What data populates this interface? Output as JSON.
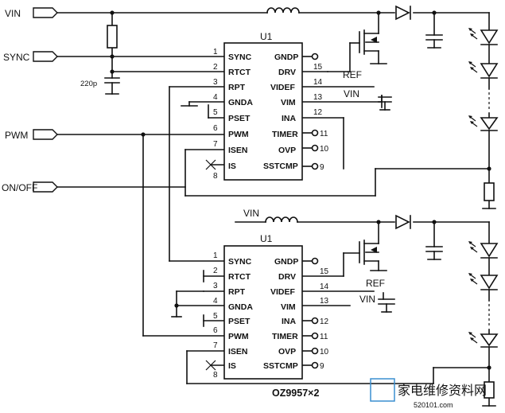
{
  "ports": {
    "vin": "VIN",
    "sync": "SYNC",
    "pwm": "PWM",
    "onoff": "ON/OFF"
  },
  "capacitor_220p": "220p",
  "chip1": {
    "designator": "U1",
    "pins_left": [
      {
        "num": "1",
        "name": "SYNC"
      },
      {
        "num": "2",
        "name": "RTCT"
      },
      {
        "num": "3",
        "name": "RPT"
      },
      {
        "num": "4",
        "name": "GNDA"
      },
      {
        "num": "5",
        "name": "PSET"
      },
      {
        "num": "6",
        "name": "PWM"
      },
      {
        "num": "7",
        "name": "ISEN"
      },
      {
        "num": "8",
        "name": "IS"
      }
    ],
    "pins_right": [
      {
        "num": "",
        "name": "GNDP"
      },
      {
        "num": "15",
        "name": "DRV"
      },
      {
        "num": "14",
        "name": "VIDEF"
      },
      {
        "num": "13",
        "name": "VIM"
      },
      {
        "num": "12",
        "name": "INA"
      },
      {
        "num": "11",
        "name": "TIMER"
      },
      {
        "num": "10",
        "name": "OVP"
      },
      {
        "num": "9",
        "name": "SSTCMP"
      }
    ],
    "ref": "REF",
    "vin": "VIN"
  },
  "chip2": {
    "designator": "U1",
    "pins_left": [
      {
        "num": "1",
        "name": "SYNC"
      },
      {
        "num": "2",
        "name": "RTCT"
      },
      {
        "num": "3",
        "name": "RPT"
      },
      {
        "num": "4",
        "name": "GNDA"
      },
      {
        "num": "5",
        "name": "PSET"
      },
      {
        "num": "6",
        "name": "PWM"
      },
      {
        "num": "7",
        "name": "ISEN"
      },
      {
        "num": "8",
        "name": "IS"
      }
    ],
    "pins_right": [
      {
        "num": "",
        "name": "GNDP"
      },
      {
        "num": "15",
        "name": "DRV"
      },
      {
        "num": "14",
        "name": "VIDEF"
      },
      {
        "num": "13",
        "name": "VIM"
      },
      {
        "num": "12",
        "name": "INA"
      },
      {
        "num": "11",
        "name": "TIMER"
      },
      {
        "num": "10",
        "name": "OVP"
      },
      {
        "num": "9",
        "name": "SSTCMP"
      }
    ],
    "ref": "REF",
    "vin": "VIN",
    "vin_top": "VIN"
  },
  "caption": "OZ9957×2",
  "watermark": {
    "text": "家电维修资料网",
    "url": "520101.com"
  },
  "colors": {
    "ink": "#111111",
    "watermark": "#3a8fd0"
  }
}
